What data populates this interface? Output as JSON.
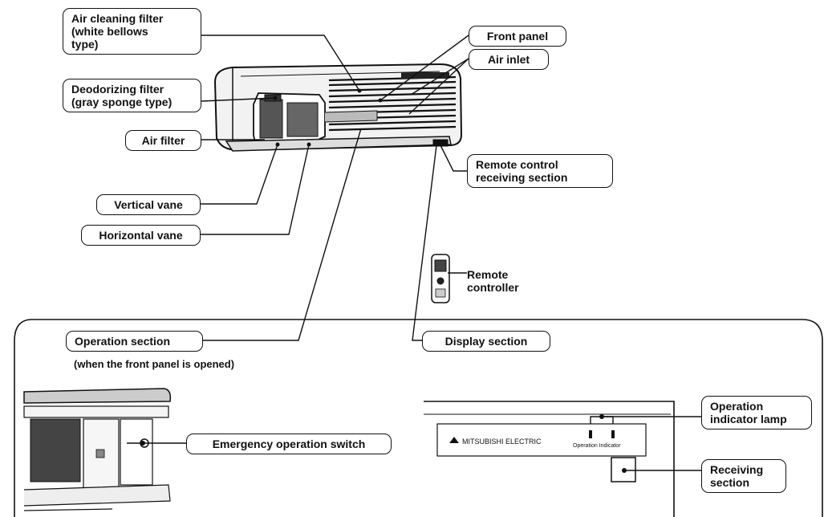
{
  "labels": {
    "air_cleaning_filter": [
      "Air cleaning filter",
      "(white bellows",
      "type)"
    ],
    "deodorizing_filter": [
      "Deodorizing filter",
      "(gray sponge type)"
    ],
    "air_filter": "Air filter",
    "vertical_vane": "Vertical vane",
    "horizontal_vane": "Horizontal vane",
    "front_panel": "Front panel",
    "air_inlet": "Air inlet",
    "remote_control_receiving": [
      "Remote control",
      "receiving section"
    ],
    "remote_controller": [
      "Remote",
      "controller"
    ],
    "operation_section": "Operation section",
    "operation_section_note": "(when the front panel is opened)",
    "display_section": "Display section",
    "emergency_switch": "Emergency operation switch",
    "operation_indicator_lamp": [
      "Operation",
      "indicator lamp"
    ],
    "receiving_section": [
      "Receiving",
      "section"
    ]
  },
  "display_panel": {
    "brand": "MITSUBISHI ELECTRIC",
    "indicator_text": "Operation Indicator"
  }
}
